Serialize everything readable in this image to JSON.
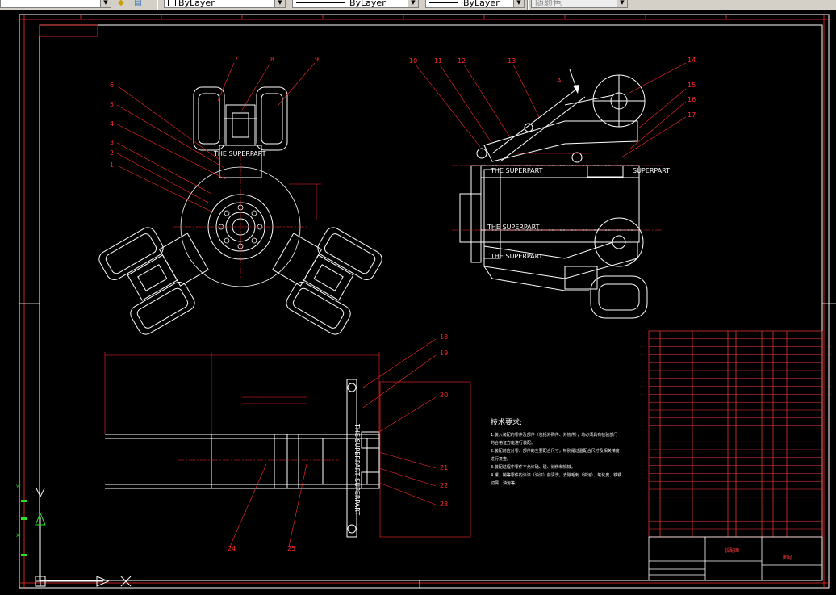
{
  "toolbar": {
    "layer_combo": "",
    "color_combo": "ByLayer",
    "linetype_combo": "ByLayer",
    "lineweight_combo": "ByLayer",
    "plotstyle_combo": "随颜色"
  },
  "drawing": {
    "watermark_top": "THE SUPERPART",
    "watermark_side_a": "THE SUPERPART",
    "watermark_side_b": "THE SUPERPART",
    "watermark_side_c": "THE SUPERPART",
    "watermark_side_d": "SUPERPART",
    "watermark_bottom": "THE SUPERPART SUPERPART",
    "view_arrow_label": "A",
    "tech_req_title": "技术要求:",
    "tech_req_lines": [
      "1.装入装配的零件及部件（包括外购件、外协件），均必须具有检验部门",
      "的合格证方能进行装配。",
      "2.装配前应对零、部件的主要配合尺寸，特别是过盈配合尺寸及相关精度",
      "进行复查。",
      "3.装配过程中零件不允许磕、碰、划伤和锈蚀。",
      "4.螺、销等零件的涂漆（油漆）前清洗，去除毛刺（油污）、氧化皮、铁锈、",
      "切屑、油污等。"
    ],
    "callouts_top": [
      "6",
      "5",
      "4",
      "3",
      "2",
      "1",
      "7",
      "8",
      "9"
    ],
    "callouts_side": [
      "10",
      "11",
      "12",
      "13",
      "14",
      "15",
      "16",
      "17"
    ],
    "callouts_bottom": [
      "18",
      "19",
      "20",
      "21",
      "22",
      "23",
      "24",
      "25"
    ],
    "title_block_name": "装配图",
    "sheet_label": "图号"
  },
  "ucs": {
    "x_label": "X",
    "y_label": "Y"
  },
  "colors": {
    "background": "#000000",
    "frame": "#ffffff",
    "dimension": "#ff2b2b",
    "title_block": "#ff3b3b",
    "ucs": "#2de02d"
  }
}
